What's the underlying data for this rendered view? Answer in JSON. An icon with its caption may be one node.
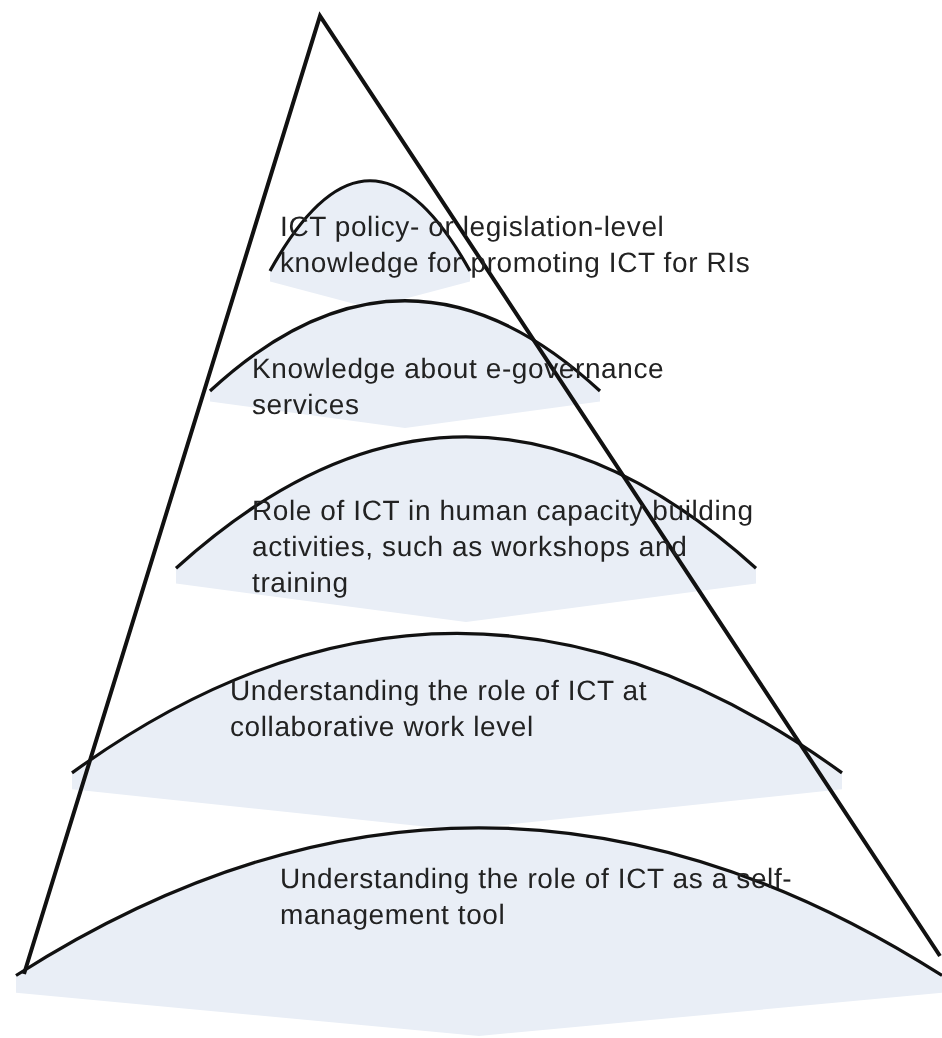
{
  "diagram": {
    "nodes": [
      {
        "text": [
          "ICT policy- or legislation-level knowledge for promoting ICT for RIs"
        ]
      },
      {
        "text": [
          "Knowledge about e-governance services"
        ]
      },
      {
        "text": [
          "Role of ICT in human capacity building activities, such as workshops and training"
        ]
      },
      {
        "text": [
          "Understanding the role of ICT at collaborative work level"
        ]
      },
      {
        "text": [
          "Understanding the role of ICT as a self- management tool"
        ]
      }
    ],
    "edges": []
  }
}
